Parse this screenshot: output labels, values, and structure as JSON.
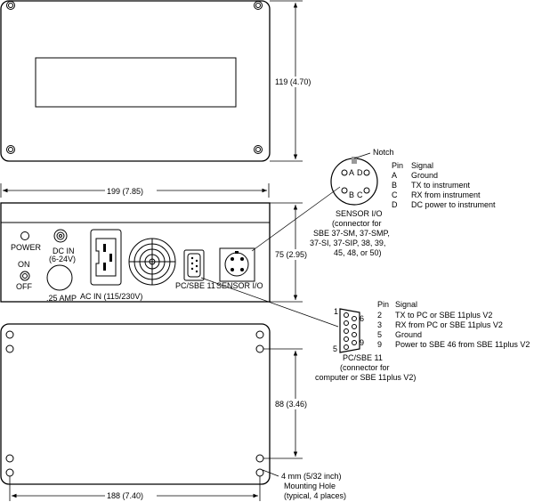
{
  "top_view": {
    "height_dim": "119 (4.70)",
    "width_dim": "199 (7.85)"
  },
  "front_panel": {
    "power_label": "POWER",
    "on_label": "ON",
    "off_label": "OFF",
    "dc_in_label": "DC IN",
    "dc_in_range": "(6-24V)",
    "fuse_label": ".25 AMP",
    "ac_in_label": "AC IN (115/230V)",
    "pc_sbe_label": "PC/SBE 11",
    "sensor_io_label": "SENSOR I/O",
    "height_dim": "75 (2.95)"
  },
  "sensor_connector": {
    "notch_label": "Notch",
    "pin_a": "A",
    "pin_b": "B",
    "pin_c": "C",
    "pin_d": "D",
    "caption": [
      "SENSOR I/O",
      "(connector for",
      "SBE 37-SM, 37-SMP,",
      "37-SI, 37-SIP, 38, 39,",
      "45, 48, or 50)"
    ],
    "table": {
      "headers": [
        "Pin",
        "Signal"
      ],
      "rows": [
        [
          "A",
          "Ground"
        ],
        [
          "B",
          "TX to instrument"
        ],
        [
          "C",
          "RX from instrument"
        ],
        [
          "D",
          "DC power to instrument"
        ]
      ]
    }
  },
  "pc_connector": {
    "pin_1": "1",
    "pin_5": "5",
    "pin_6": "6",
    "pin_9": "9",
    "caption": [
      "PC/SBE 11",
      "(connector for",
      "computer or SBE 11plus V2)"
    ],
    "table": {
      "headers": [
        "Pin",
        "Signal"
      ],
      "rows": [
        [
          "2",
          "TX to PC or SBE 11plus V2"
        ],
        [
          "3",
          "RX from PC or SBE 11plus V2"
        ],
        [
          "5",
          "Ground"
        ],
        [
          "9",
          "Power to SBE 46 from SBE 11plus V2"
        ]
      ]
    }
  },
  "bottom_view": {
    "height_dim": "88 (3.46)",
    "width_dim": "188 (7.40)",
    "mounting_hole_note": [
      "4 mm (5/32 inch)",
      "Mounting Hole",
      "(typical, 4 places)"
    ]
  }
}
